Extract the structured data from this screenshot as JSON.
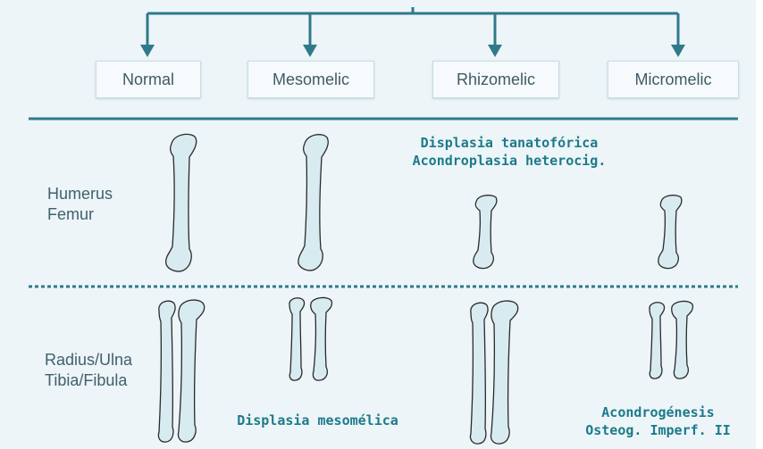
{
  "categories": [
    "Normal",
    "Mesomelic",
    "Rhizomelic",
    "Micromelic"
  ],
  "rows": {
    "upper": {
      "line1": "Humerus",
      "line2": "Femur"
    },
    "lower": {
      "line1": "Radius/Ulna",
      "line2": "Tibia/Fibula"
    }
  },
  "annotations": {
    "rhizomelic": {
      "line1": "Displasia tanatofórica",
      "line2": "Acondroplasia heterocig."
    },
    "mesomelic": "Displasia mesomélica",
    "micromelic": {
      "line1": "Acondrogénesis",
      "line2": "Osteog. Imperf. II"
    }
  },
  "colors": {
    "background": "#edf5f8",
    "connector": "#2f7a8a",
    "bone_fill": "#d8ebf1",
    "bone_stroke": "#2a2a2a",
    "annotation_text": "#1d7a8a",
    "label_text": "#41606d"
  }
}
